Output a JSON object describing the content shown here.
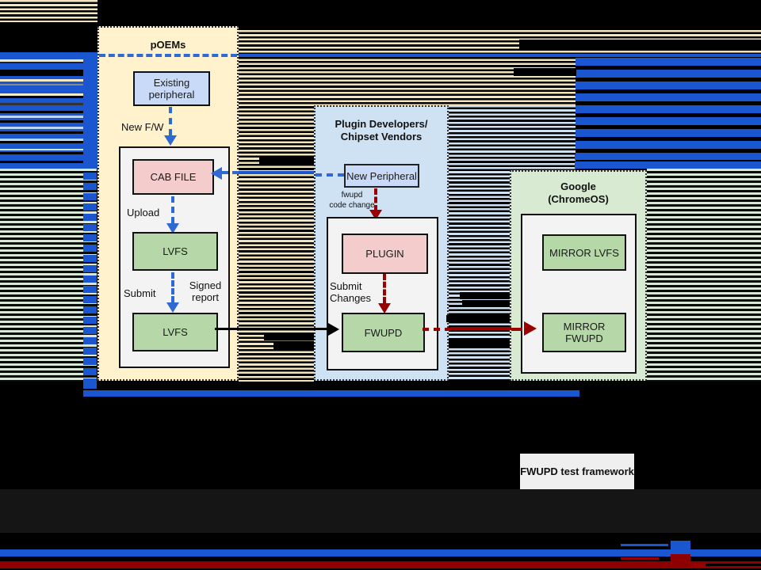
{
  "colors": {
    "accent_blue": "#1a56cf",
    "arrow_blue": "#2f6ad3",
    "dark_red": "#990000",
    "bottom_red_bar": "#8e0000",
    "panel_cream": "#fff2cc",
    "panel_blue": "#cfe2f3",
    "panel_green": "#d9ead3",
    "box_pink": "#f4cccc",
    "box_green": "#b6d7a8",
    "box_periwinkle": "#c9daf8",
    "inner_gray": "#f3f3f3",
    "legend_gray": "#efefef",
    "stripe_tan": "#f2e4bd",
    "stripe_lightblue": "#cfe2f3",
    "stripe_green": "#d9e8d2"
  },
  "poems": {
    "title": "pOEMs",
    "existing_peripheral": "Existing peripheral",
    "new_fw_label": "New F/W",
    "cab_file": "CAB FILE",
    "upload_label": "Upload",
    "lvfs_top": "LVFS",
    "submit_label": "Submit",
    "signed_report_label": "Signed report",
    "lvfs_bottom": "LVFS"
  },
  "plugin": {
    "title_line1": "Plugin Developers/",
    "title_line2": "Chipset Vendors",
    "new_peripheral": "New Peripheral",
    "fwupd_code_change_line1": "fwupd",
    "fwupd_code_change_line2": "code change",
    "plugin_box": "PLUGIN",
    "submit_changes_label": "Submit Changes",
    "fwupd_box": "FWUPD"
  },
  "google": {
    "title_line1": "Google",
    "title_line2": "(ChromeOS)",
    "mirror_lvfs": "MIRROR LVFS",
    "mirror_fwupd": "MIRROR FWUPD"
  },
  "legend": {
    "fwupd_test_framework": "FWUPD test framework"
  }
}
